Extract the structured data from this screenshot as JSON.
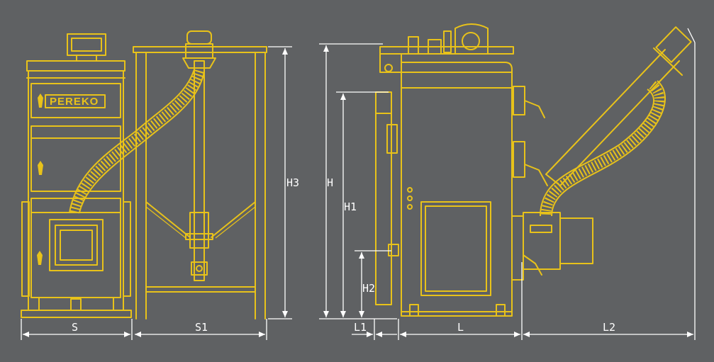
{
  "brand": "PEREKO",
  "dimensions": {
    "S": "S",
    "S1": "S1",
    "H3": "H3",
    "H": "H",
    "H1": "H1",
    "H2": "H2",
    "L1": "L1",
    "L": "L",
    "L2": "L2"
  },
  "colors": {
    "background": "#5f6163",
    "line": "#e8c21a",
    "dimension": "#ffffff"
  }
}
